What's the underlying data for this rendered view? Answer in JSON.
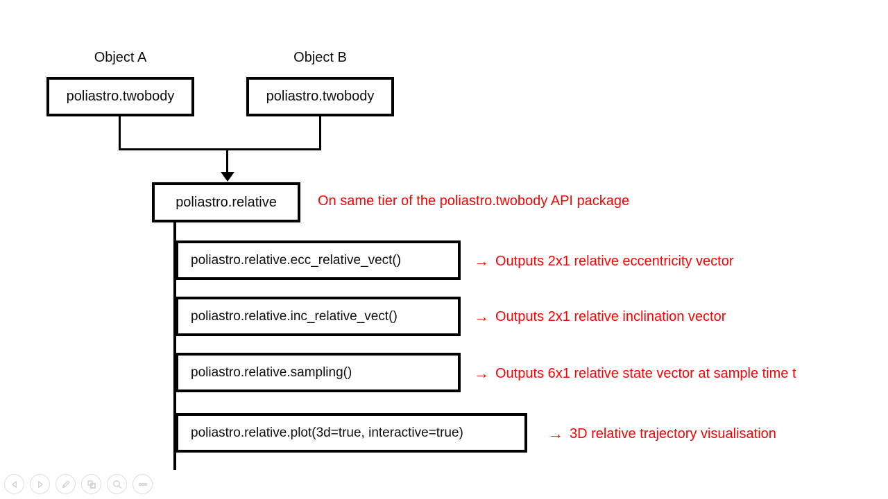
{
  "colors": {
    "background": "#ffffff",
    "line_black": "#000000",
    "annotation_red": "#ff0000",
    "toolbar_gray": "#d4d4d4"
  },
  "diagram": {
    "object_a_label": "Object A",
    "object_b_label": "Object B",
    "box_a_label": "poliastro.twobody",
    "box_b_label": "poliastro.twobody",
    "relative_box_label": "poliastro.relative",
    "relative_note": "On same tier of the poliastro.twobody API package",
    "arrow_glyph": "→",
    "children": [
      {
        "box_label": "poliastro.relative.ecc_relative_vect()",
        "note": "Outputs 2x1 relative eccentricity vector"
      },
      {
        "box_label": "poliastro.relative.inc_relative_vect()",
        "note": "Outputs 2x1 relative inclination vector"
      },
      {
        "box_label": "poliastro.relative.sampling()",
        "note": "Outputs 6x1 relative state vector at sample time t"
      },
      {
        "box_label": "poliastro.relative.plot(3d=true, interactive=true)",
        "note": "3D relative trajectory visualisation"
      }
    ]
  },
  "toolbar": {
    "buttons": [
      {
        "name": "previous-slide"
      },
      {
        "name": "next-slide"
      },
      {
        "name": "pen-and-laser-tools"
      },
      {
        "name": "see-all-slides"
      },
      {
        "name": "zoom-into-slide"
      },
      {
        "name": "more-slideshow-options"
      }
    ]
  }
}
